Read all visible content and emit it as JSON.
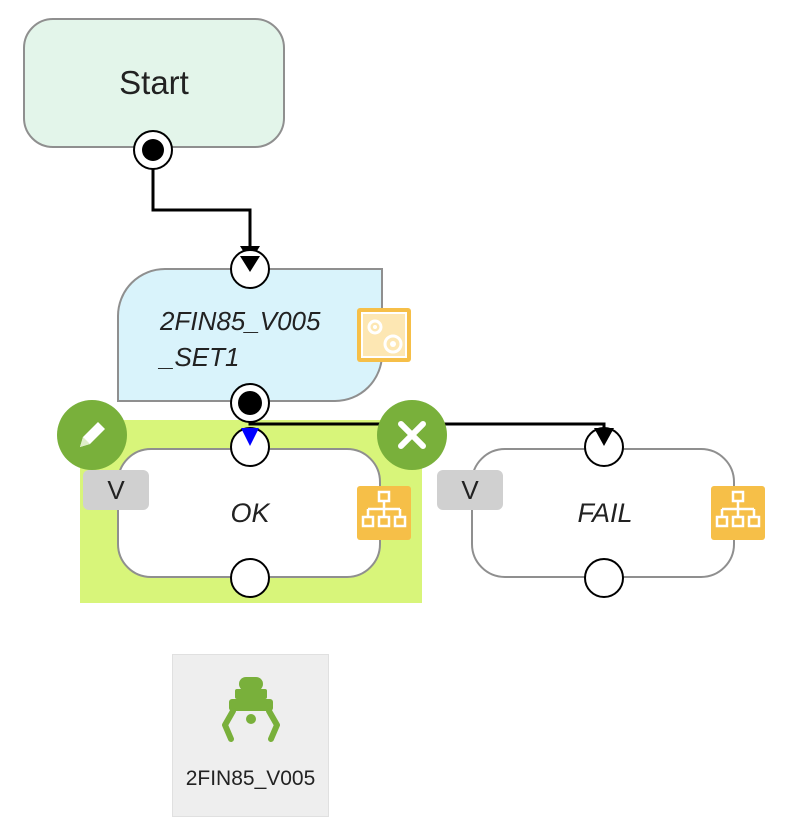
{
  "start": {
    "label": "Start"
  },
  "action": {
    "line1": "2FIN85_V005",
    "line2": "_SET1",
    "icon": "gear-settings-icon"
  },
  "branches": [
    {
      "label": "OK",
      "badge": "V",
      "icon": "hierarchy-icon",
      "selected": true
    },
    {
      "label": "FAIL",
      "badge": "V",
      "icon": "hierarchy-icon",
      "selected": false
    }
  ],
  "toolbar": {
    "edit_icon": "pencil-icon",
    "delete_icon": "close-icon"
  },
  "palette": {
    "label": "2FIN85_V005",
    "icon": "robot-gripper-icon"
  },
  "colors": {
    "start_fill": "#e3f5ea",
    "action_fill": "#d9f3fb",
    "selection": "#d8f57a",
    "accent_green": "#79b03b",
    "icon_orange": "#f6bf48",
    "connector_blue": "#0000ff"
  }
}
